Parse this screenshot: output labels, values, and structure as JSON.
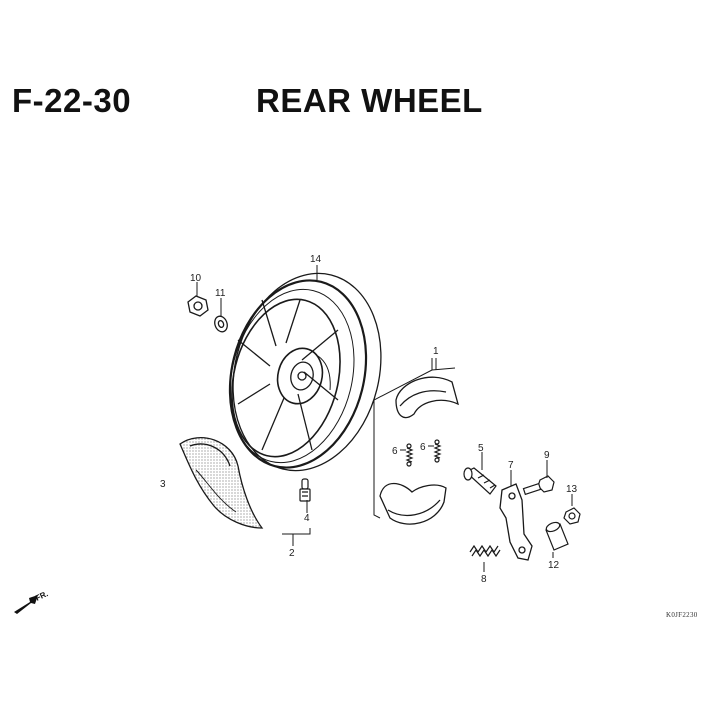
{
  "header": {
    "diagram_code": "F-22-30",
    "title": "REAR WHEEL"
  },
  "callouts": [
    {
      "id": "1",
      "label": "1"
    },
    {
      "id": "2",
      "label": "2"
    },
    {
      "id": "3",
      "label": "3"
    },
    {
      "id": "4",
      "label": "4"
    },
    {
      "id": "5",
      "label": "5"
    },
    {
      "id": "6a",
      "label": "6"
    },
    {
      "id": "6b",
      "label": "6"
    },
    {
      "id": "7",
      "label": "7"
    },
    {
      "id": "8",
      "label": "8"
    },
    {
      "id": "9",
      "label": "9"
    },
    {
      "id": "10",
      "label": "10"
    },
    {
      "id": "11",
      "label": "11"
    },
    {
      "id": "12",
      "label": "12"
    },
    {
      "id": "13",
      "label": "13"
    },
    {
      "id": "14",
      "label": "14"
    }
  ],
  "direction_marker": {
    "label": "FR.",
    "icon": "front-arrow-icon"
  },
  "reference_code": "K0JF2230",
  "colors": {
    "line": "#1a1a1a",
    "ink": "#111111",
    "shade": "#9a9a9a"
  }
}
